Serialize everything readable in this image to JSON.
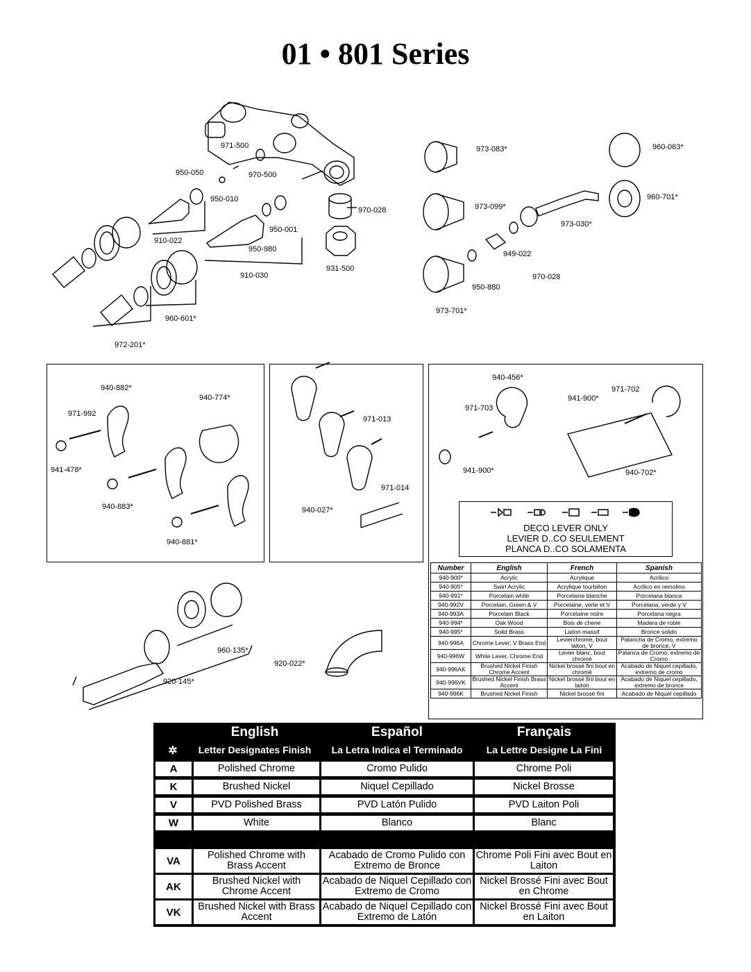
{
  "title": "01 • 801 Series",
  "labels": {
    "p971_500": "971-500",
    "p970_500": "970-500",
    "p950_050": "950-050",
    "p950_010": "950-010",
    "p970_028a": "970-028",
    "p950_001": "950-001",
    "p910_022": "910-022",
    "p950_980": "950-980",
    "p931_500": "931-500",
    "p910_030": "910-030",
    "p960_601": "960-601*",
    "p972_201": "972-201*",
    "p973_083": "973-083*",
    "p960_063": "960-063*",
    "p973_099": "973-099*",
    "p960_701": "960-701*",
    "p973_030": "973-030*",
    "p949_022": "949-022",
    "p950_880": "950-880",
    "p970_028b": "970-028",
    "p973_701": "973-701*",
    "p940_882": "940-882*",
    "p940_774": "940-774*",
    "p971_992": "971-992",
    "p941_478": "941-478*",
    "p940_883": "940-883*",
    "p940_881": "940-881*",
    "p971_013": "971-013",
    "p971_014": "971-014",
    "p940_027": "940-027*",
    "p940_456": "940-456*",
    "p971_703": "971-703",
    "p941_900a": "941-900*",
    "p971_702": "971-702",
    "p941_900b": "941-900*",
    "p940_702": "940-702*",
    "p960_135": "960-135*",
    "p920_022": "920-022*",
    "p920_145": "920-145*"
  },
  "deco": {
    "line1": "DECO LEVER ONLY",
    "line2": "LEVIER D..CO SEULEMENT",
    "line3": "PLANCA D..CO SOLAMENTA"
  },
  "finish_list": {
    "headers": [
      "Number",
      "English",
      "French",
      "Spanish"
    ],
    "rows": [
      [
        "940-900*",
        "Acrylic",
        "Acrylique",
        "Acrilico"
      ],
      [
        "940-905*",
        "Swirl Acrylic",
        "Acrylique tourbillon",
        "Acrilico en remolino"
      ],
      [
        "940-991*",
        "Porcelain white",
        "Porcelaine blanche",
        "Porcelana blanca"
      ],
      [
        "940-992V",
        "Porcelain, Green & V",
        "Porcelaine, verte et V",
        "Porcelana, verde y V"
      ],
      [
        "940-993A",
        "Porcelain Black",
        "Porcelaine noire",
        "Porcelana negra"
      ],
      [
        "940-994*",
        "Oak Wood",
        "Bois de chene",
        "Madera de roble"
      ],
      [
        "940-995*",
        "Solid Brass",
        "Laiton massif",
        "Bronce solido"
      ],
      [
        "940-996A",
        "Chrome Lever, V Brass End",
        "Levierchrome, bout laiton, V",
        "Palancha de Cromo, extremo de bronce, V"
      ],
      [
        "940-996W",
        "White Lever, Chrome End",
        "Levier blanc, bout chromé",
        "Palanca de Cromo, extremo de Cromo"
      ],
      [
        "940-996AK",
        "Brushed Nickel Finish Chrome Accent",
        "Nickel brossé fini bout en chromé",
        "Acabado de Niquel cepillado, extremo de cromo"
      ],
      [
        "940-996VK",
        "Brushed Nickel Finish Brass Accent",
        "Nickel brossé fini bout en laiton",
        "Acabado de Niquel cepillado, extremo de bronce"
      ],
      [
        "940-996K",
        "Brushed Nickel Finish",
        "Nickel brossé fini",
        "Acabado de Niquel cepillado"
      ]
    ]
  },
  "finish_codes": {
    "lang_headers": [
      "English",
      "Español",
      "Français"
    ],
    "symbol": "✲",
    "sub_headers": [
      "Letter Designates Finish",
      "La Letra Indica el Terminado",
      "La Lettre Designe La Fini"
    ],
    "rows": [
      {
        "code": "A",
        "en": "Polished Chrome",
        "es": "Cromo Pulido",
        "fr": "Chrome Poli"
      },
      {
        "code": "K",
        "en": "Brushed Nickel",
        "es": "Niquel Cepillado",
        "fr": "Nickel Brosse"
      },
      {
        "code": "V",
        "en": "PVD Polished Brass",
        "es": "PVD Latón Pulido",
        "fr": "PVD Laiton Poli"
      },
      {
        "code": "W",
        "en": "White",
        "es": "Blanco",
        "fr": "Blanc"
      },
      {
        "code": "VA",
        "en": "Polished Chrome with Brass Accent",
        "es": "Acabado de Cromo Pulido con Extremo de Bronce",
        "fr": "Chrome Poli Fini avec Bout en Laiton"
      },
      {
        "code": "AK",
        "en": "Brushed Nickel with Chrome Accent",
        "es": "Acabado de Niquel Cepillado con Extremo de Cromo",
        "fr": "Nickel Brossé Fini avec Bout en Chrome"
      },
      {
        "code": "VK",
        "en": "Brushed Nickel with Brass Accent",
        "es": "Acabado de Niquel Cepillado con Extremo de Latón",
        "fr": "Nickel Brossé Fini avec Bout en Laiton"
      }
    ]
  }
}
